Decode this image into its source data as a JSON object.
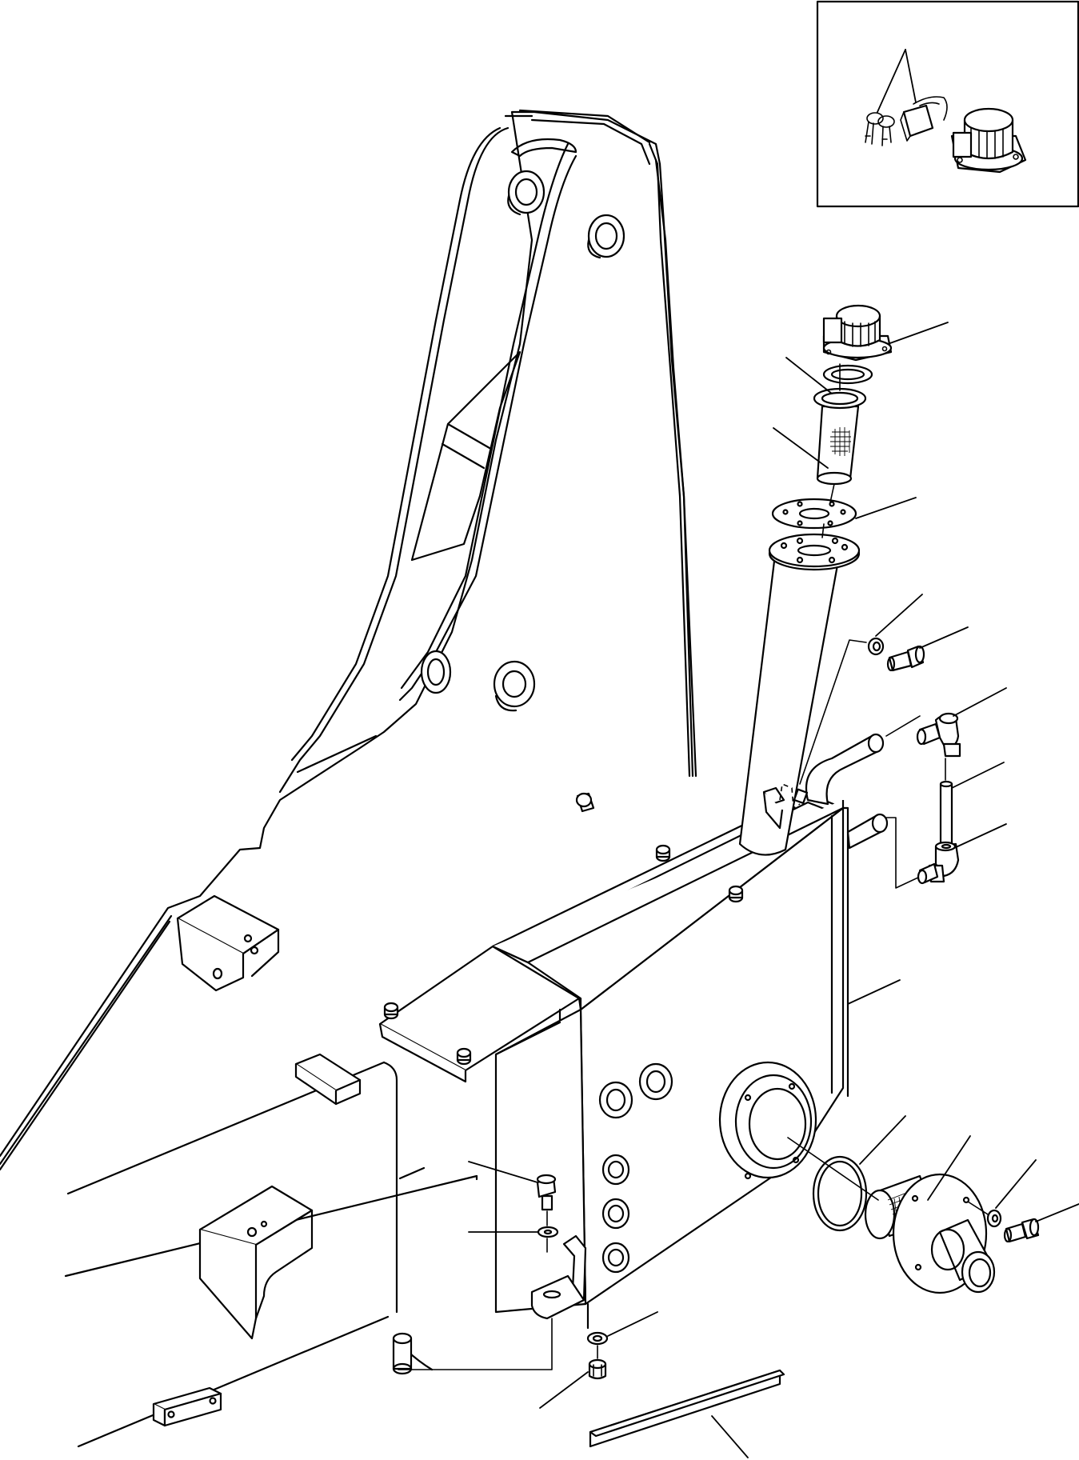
{
  "diagram": {
    "type": "exploded-parts-drawing",
    "parts": [
      "boom-frame",
      "hydraulic-tank",
      "filler-neck-tube",
      "filler-cap",
      "cap-gasket",
      "strainer-basket",
      "flange-gasket",
      "washer",
      "bolt",
      "elbow-fitting-upper",
      "sight-tube",
      "elbow-fitting-lower",
      "o-ring",
      "suction-strainer",
      "cover-plate",
      "bracket",
      "drain-plug",
      "pad",
      "spacer",
      "mounting-block"
    ],
    "inset": {
      "parts": [
        "key",
        "padlock",
        "locking-cap"
      ]
    },
    "leader_lines": 18
  }
}
